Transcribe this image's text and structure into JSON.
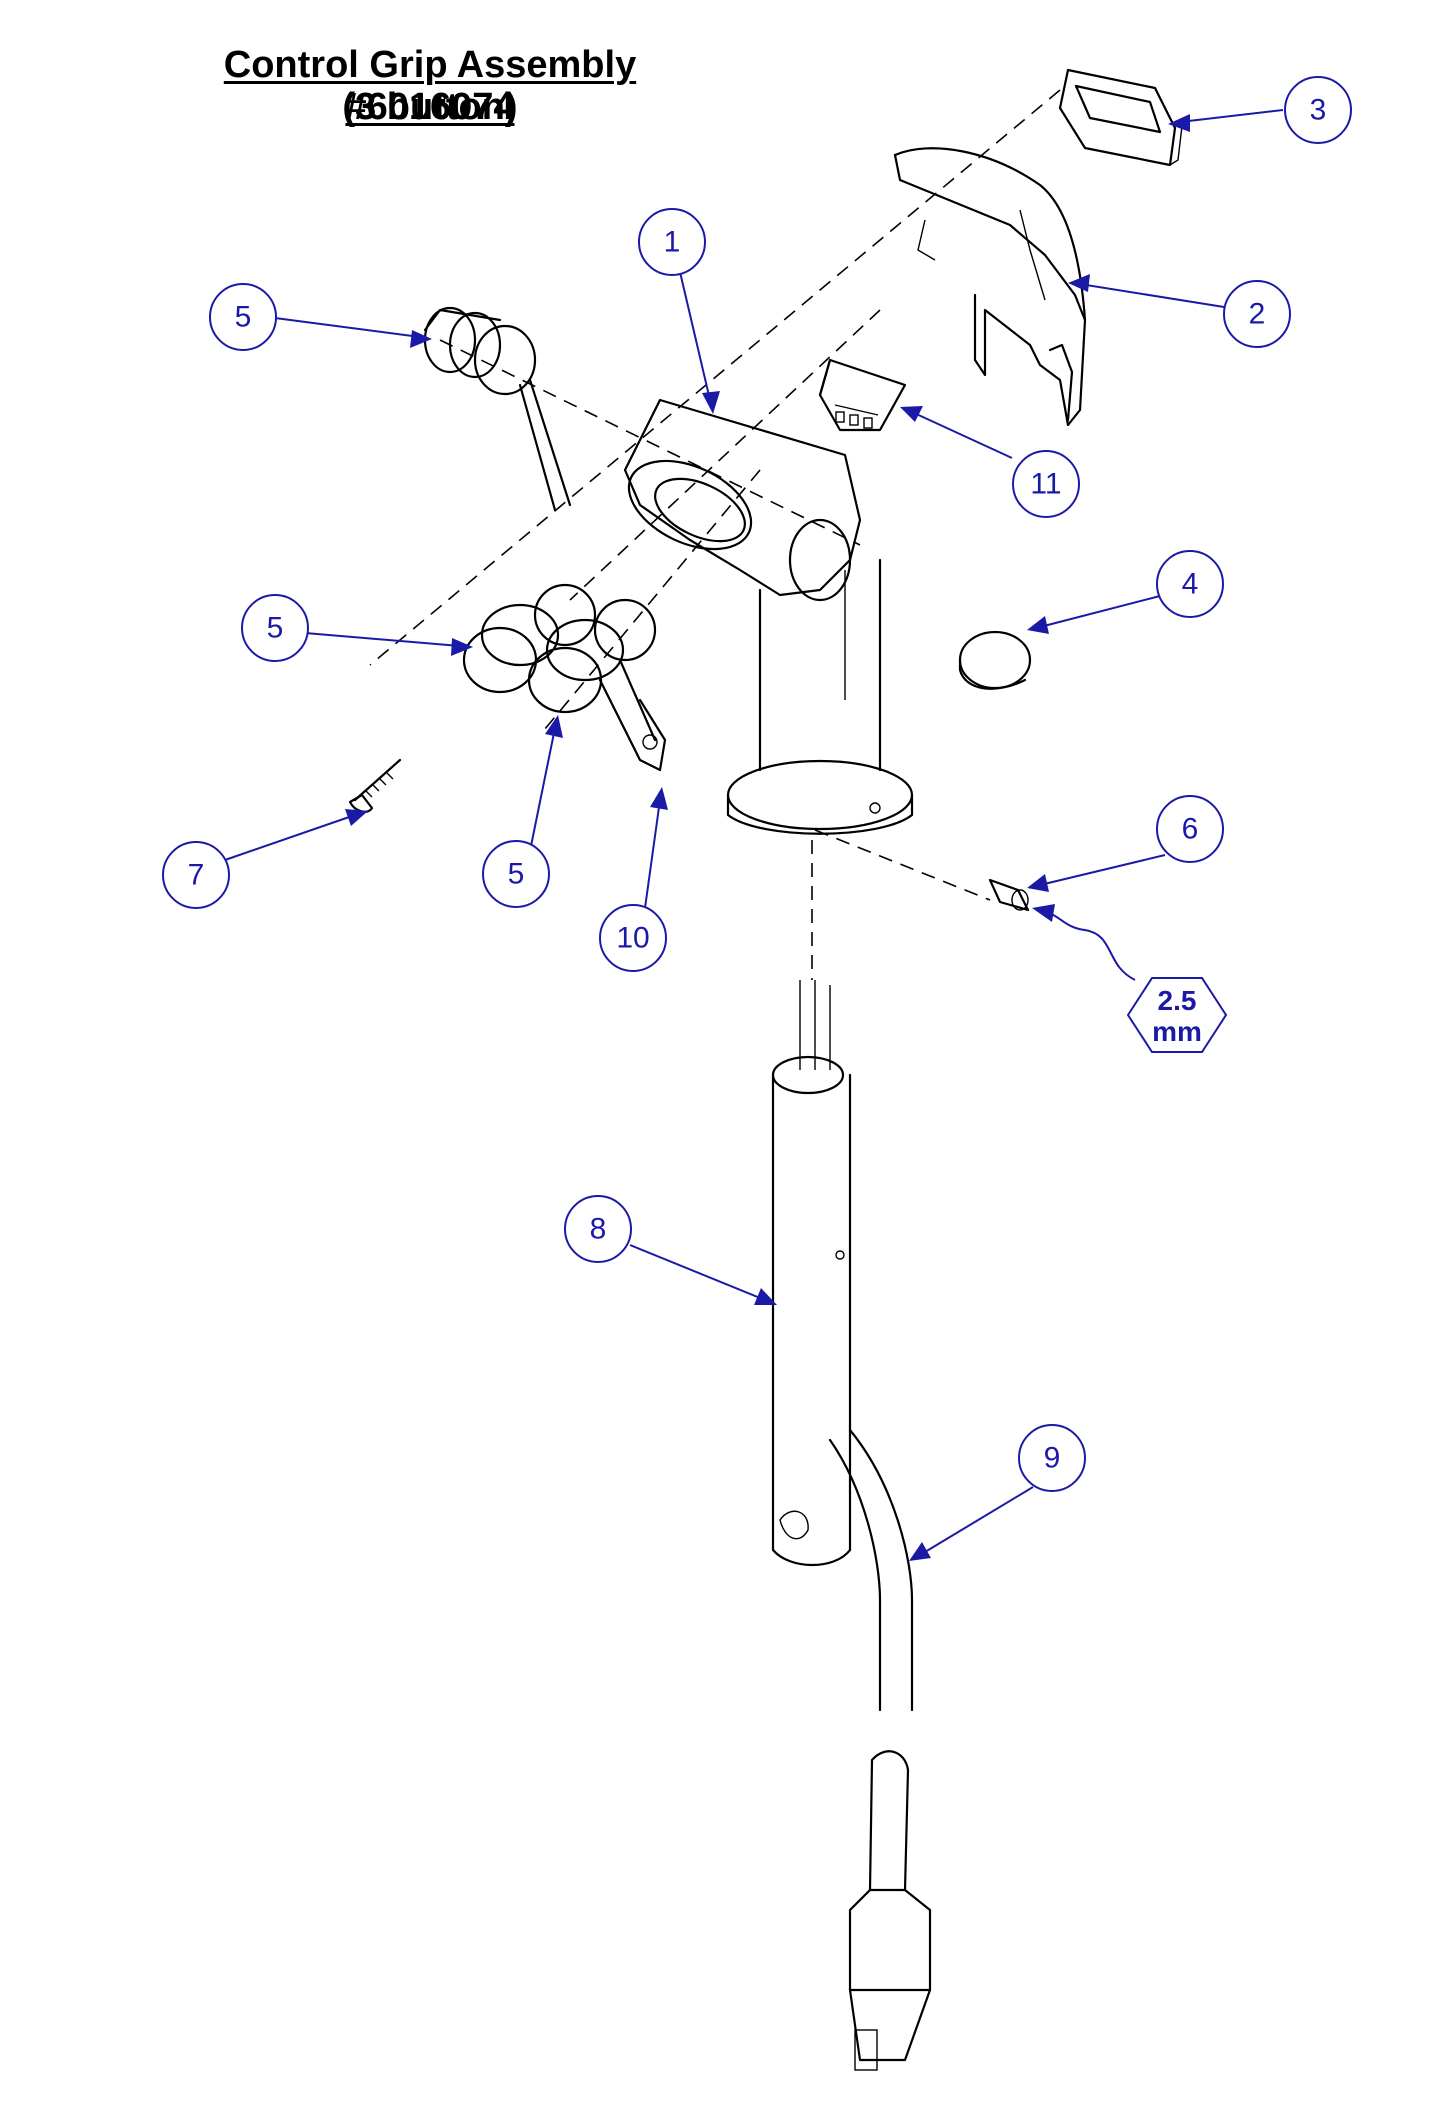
{
  "title": {
    "line1": "Control Grip Assembly #6016074",
    "line2": "(3 button)"
  },
  "callouts": [
    {
      "id": "callout-3",
      "label": "3"
    },
    {
      "id": "callout-2",
      "label": "2"
    },
    {
      "id": "callout-1",
      "label": "1"
    },
    {
      "id": "callout-5a",
      "label": "5"
    },
    {
      "id": "callout-11",
      "label": "11"
    },
    {
      "id": "callout-4",
      "label": "4"
    },
    {
      "id": "callout-5b",
      "label": "5"
    },
    {
      "id": "callout-6",
      "label": "6"
    },
    {
      "id": "callout-7",
      "label": "7"
    },
    {
      "id": "callout-5c",
      "label": "5"
    },
    {
      "id": "callout-10",
      "label": "10"
    },
    {
      "id": "callout-8",
      "label": "8"
    },
    {
      "id": "callout-9",
      "label": "9"
    }
  ],
  "hex_note": {
    "line1": "2.5",
    "line2": "mm"
  },
  "colors": {
    "callout": "#1a1aa6",
    "drawing": "#000000"
  }
}
